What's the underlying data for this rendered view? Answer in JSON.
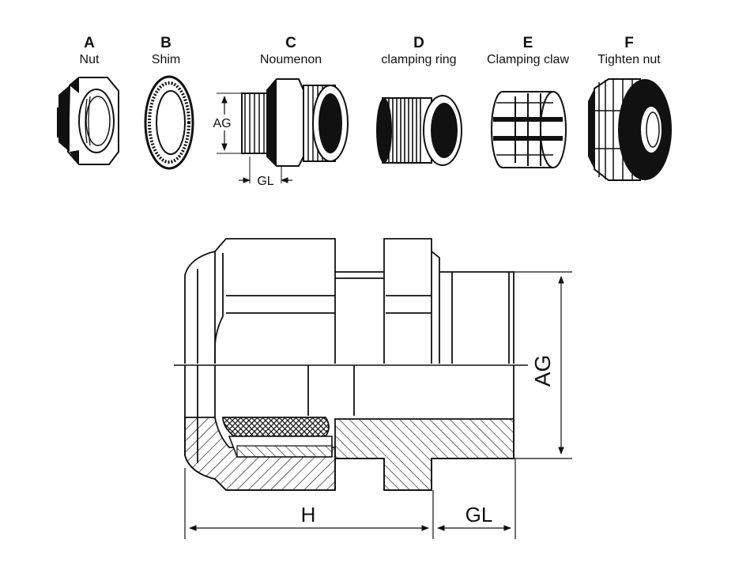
{
  "parts": [
    {
      "letter": "A",
      "name": "Nut"
    },
    {
      "letter": "B",
      "name": "Shim"
    },
    {
      "letter": "C",
      "name": "Noumenon"
    },
    {
      "letter": "D",
      "name": "clamping ring"
    },
    {
      "letter": "E",
      "name": "Clamping claw"
    },
    {
      "letter": "F",
      "name": "Tighten nut"
    }
  ],
  "dimensions": {
    "small_ag": "AG",
    "small_gl": "GL",
    "big_ag": "AG",
    "big_h": "H",
    "big_gl": "GL"
  },
  "colors": {
    "ink": "#111111",
    "paper": "#ffffff"
  }
}
